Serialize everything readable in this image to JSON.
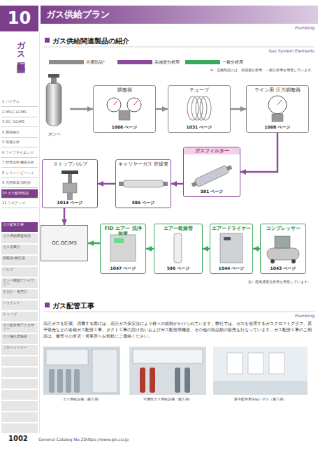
{
  "diagram": {
    "title": "ガス供給プラン",
    "nodes": [
      {
        "text": [
          "ボンベ"
        ]
      },
      {
        "text": [
          "調整器",
          "1006 ページ"
        ]
      },
      {
        "text": [
          "チューブ",
          "1031 ページ"
        ]
      },
      {
        "text": [
          "ライン用 圧力調整器",
          "1008 ページ"
        ]
      },
      {
        "text": [
          "ガスフィルター",
          "591 ページ"
        ]
      },
      {
        "text": [
          "キャリヤーガス 乾燥管",
          "596 ページ"
        ]
      },
      {
        "text": [
          "ストップバルブ",
          "1014 ページ"
        ]
      },
      {
        "text": [
          "GC,GC/MS"
        ]
      },
      {
        "text": [
          "FID エアー 洗浄装置",
          "1047 ページ"
        ]
      },
      {
        "text": [
          "エアー乾燥管",
          "596 ページ"
        ]
      },
      {
        "text": [
          "エアードライヤー",
          "1044 ページ"
        ]
      },
      {
        "text": [
          "コンプレッサー",
          "1043 ページ"
        ]
      }
    ],
    "edges": [
      {
        "from": 0,
        "to": 1,
        "arrow": "to"
      },
      {
        "from": 1,
        "to": 2,
        "arrow": "to"
      },
      {
        "from": 2,
        "to": 3,
        "arrow": "to"
      },
      {
        "from": 3,
        "to": 4,
        "arrow": "to"
      },
      {
        "from": 4,
        "to": 5,
        "arrow": "to"
      },
      {
        "from": 5,
        "to": 6,
        "arrow": "to"
      },
      {
        "from": 6,
        "to": 7,
        "arrow": "to"
      },
      {
        "from": 8,
        "to": 7,
        "arrow": "to"
      },
      {
        "from": 9,
        "to": 8,
        "arrow": "to"
      },
      {
        "from": 10,
        "to": 9,
        "arrow": "to"
      },
      {
        "from": 11,
        "to": 10,
        "arrow": "to"
      }
    ],
    "labels": [
      "10",
      "ガス配管部品",
      "Plumbing",
      "ガス供給関連製品の紹介",
      "Gas System Elements",
      "※：交換部品には、高感度分析用・一般分析用を用意しています。",
      "注）超高感度分析用も用意しています。",
      "1 バイアル",
      "2 HPLC,LC/MS",
      "3 GC, GC/MS",
      "4 固相抽出",
      "5 環境分析",
      "6 ライフサイエンス",
      "7 標準試料 機器分析",
      "8 シリンジ ピペット",
      "9 汎用器具 消耗品",
      "10 ガス配管部品",
      "11 ラボグッズ",
      "ガス配管工事",
      "ガス供給関連製品",
      "ガス流量計",
      "調整器/精圧器",
      "バルブ",
      "ボンベ関連アクセサリー",
      "圧力計・真空計",
      "ジョイント",
      "チューブ",
      "ガス配管用アクセサリー",
      "ガス漏れ警報器",
      "フローメーター",
      "ガス配管工事",
      "Plumbing",
      "高圧ガスを貯蔵、消費する際には、高圧ガス保安法により種々の規制がかけられています。弊社では、ガスを使用するガスクロマトグラフ、原子吸光などの各種ガス配管工事、ダクト工事の請け負いおよびガス配管用機器、その他の部品類の販売を行なっています。ガス配管工事のご相談は、最寄りの支店・営業所へお気軽にご連絡ください。",
      "ガス供給設備（施工例）",
      "可燃性ガス供給設備（施工例）",
      "集中配管用末端パネル（施工例）",
      "1002",
      "General Catalog No.31",
      "https://www.gls.co.jp"
    ],
    "legend": [
      {
        "text": "共通部品*",
        "color": "#8c8c8c"
      },
      {
        "text": "高感度分析用",
        "color": "#8e4b9c"
      },
      {
        "text": "一般分析用",
        "color": "#3aaa5c"
      }
    ]
  }
}
